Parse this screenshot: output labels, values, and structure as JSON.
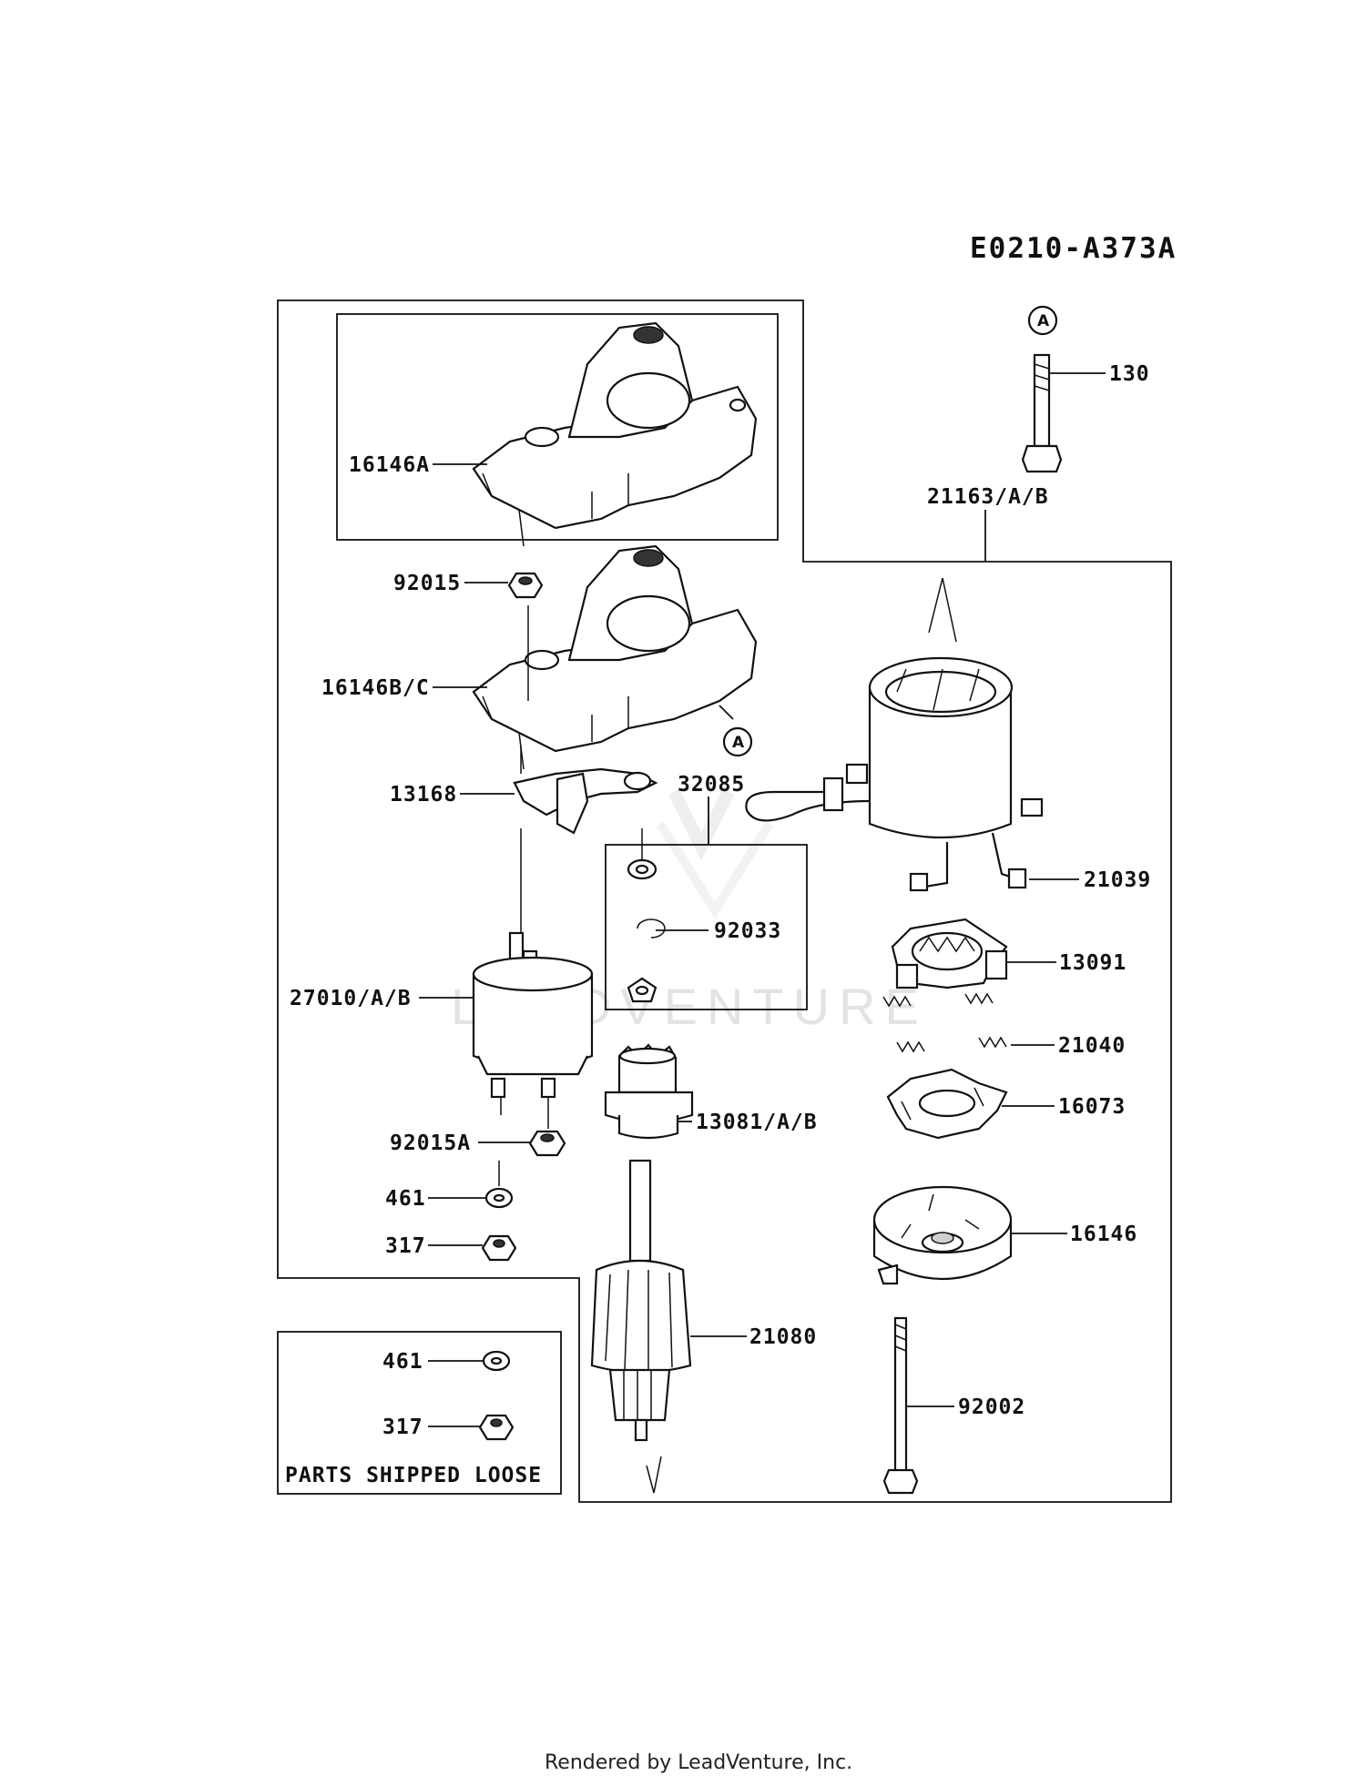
{
  "diagram_code": "E0210-A373A",
  "watermark": "LEADVENTURE",
  "footer": "Rendered by LeadVenture, Inc.",
  "callout_ref": "A",
  "loose_box_label": "PARTS SHIPPED LOOSE",
  "parts": {
    "p130": "130",
    "p21163": "21163/A/B",
    "p16146A": "16146A",
    "p92015": "92015",
    "p16146BC": "16146B/C",
    "p13168": "13168",
    "p32085": "32085",
    "p92033": "92033",
    "p21039": "21039",
    "p13091": "13091",
    "p27010": "27010/A/B",
    "p21040": "21040",
    "p16073": "16073",
    "p13081": "13081/A/B",
    "p92015A": "92015A",
    "p461": "461",
    "p317": "317",
    "p16146": "16146",
    "p21080": "21080",
    "p92002": "92002",
    "p461_loose": "461",
    "p317_loose": "317"
  },
  "colors": {
    "line": "#111111",
    "watermark": "#e3e3e3",
    "background": "#ffffff"
  }
}
